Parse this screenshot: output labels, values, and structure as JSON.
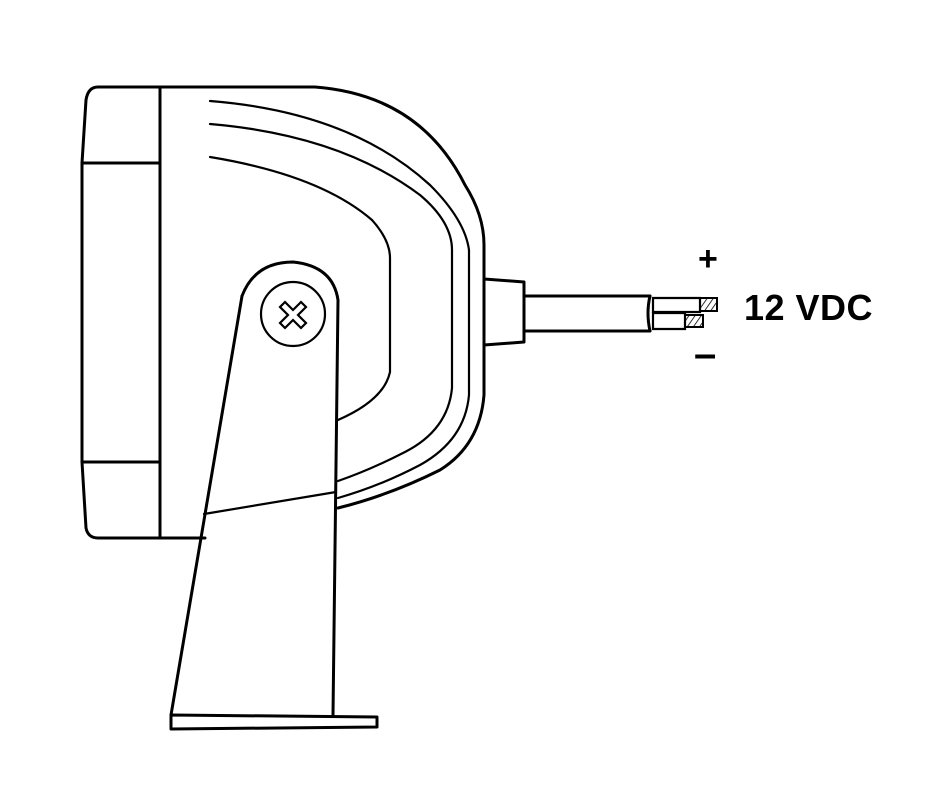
{
  "diagram": {
    "title": "Work light side view wiring diagram",
    "labels": {
      "voltage": "12 VDC",
      "positive": "+",
      "negative": "–"
    },
    "components": [
      {
        "name": "lamp-housing",
        "description": "rounded lamp housing with front lens bezel"
      },
      {
        "name": "mounting-bracket",
        "description": "tapered bracket with base plate"
      },
      {
        "name": "pivot-screw",
        "description": "round pivot knob with cross mark"
      },
      {
        "name": "cable-gland",
        "description": "rear cable strain relief"
      },
      {
        "name": "power-cable",
        "description": "two-conductor cable with stripped wires"
      }
    ],
    "colors": {
      "line": "#000000",
      "background": "#ffffff",
      "wire-hatch": "#000000"
    }
  }
}
